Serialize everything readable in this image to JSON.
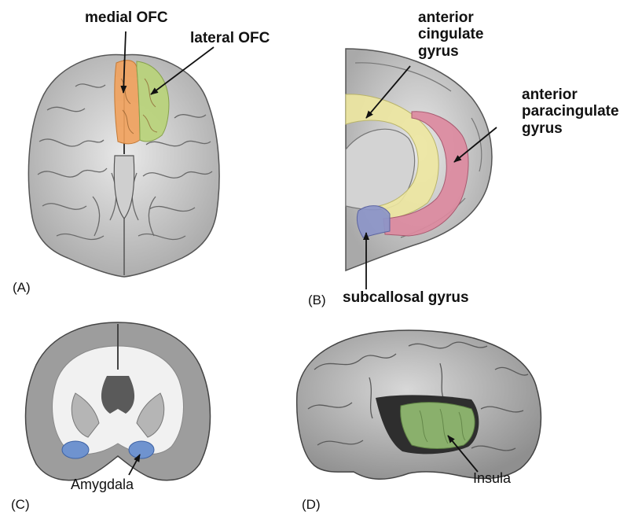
{
  "panels": {
    "a": {
      "tag": "(A)",
      "labels": {
        "medial_ofc": "medial OFC",
        "lateral_ofc": "lateral OFC"
      },
      "colors": {
        "medial_ofc": "#f0a25e",
        "lateral_ofc": "#b9d27a"
      }
    },
    "b": {
      "tag": "(B)",
      "labels": {
        "anterior_cingulate": [
          "anterior",
          "cingulate",
          "gyrus"
        ],
        "anterior_paracingulate": [
          "anterior",
          "paracingulate",
          "gyrus"
        ],
        "subcallosal": "subcallosal gyrus"
      },
      "colors": {
        "anterior_cingulate": "#ede7a0",
        "anterior_paracingulate": "#dc8aa0",
        "subcallosal": "#8c95c8"
      }
    },
    "c": {
      "tag": "(C)",
      "labels": {
        "amygdala": "Amygdala"
      },
      "colors": {
        "amygdala": "#6f93cf"
      }
    },
    "d": {
      "tag": "(D)",
      "labels": {
        "insula": "Insula"
      },
      "colors": {
        "insula": "#8ab06c"
      }
    }
  }
}
